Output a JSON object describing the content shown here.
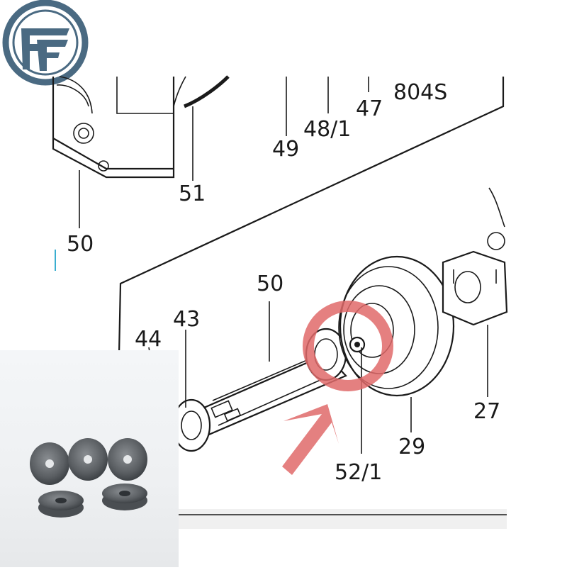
{
  "logo": {
    "icon": "ff-monogram-logo",
    "ring_color": "#4a6a82"
  },
  "labels": {
    "l804s": "804S",
    "l47": "47",
    "l48_1": "48/1",
    "l49": "49",
    "l51": "51",
    "l50_top": "50",
    "l50_mid": "50",
    "l44": "44",
    "l43": "43",
    "l27": "27",
    "l29": "29",
    "l52_1": "52/1"
  },
  "highlight": {
    "color": "#e06a6a",
    "icon": "arrow-icon"
  },
  "inset": {
    "icon": "washer-photo"
  }
}
